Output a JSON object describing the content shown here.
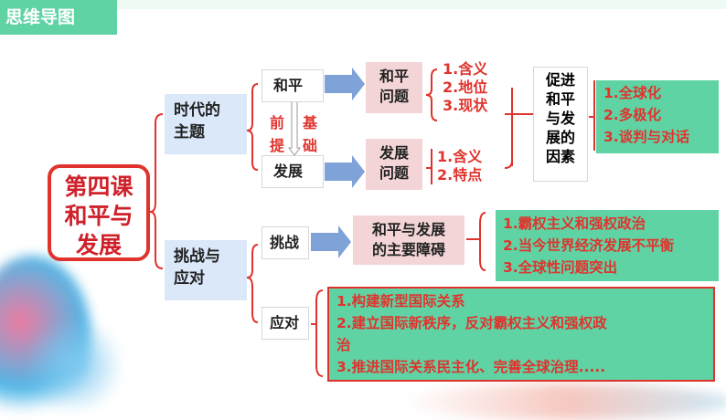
{
  "header": {
    "title": "思维导图"
  },
  "root": {
    "label_lines": [
      "第四课",
      "和平与",
      "发展"
    ]
  },
  "theme": {
    "label_lines": [
      "时代的",
      "主题"
    ],
    "peace": {
      "label": "和平",
      "problem": [
        "和平",
        "问题"
      ],
      "items": [
        "1.含义",
        "2.地位",
        "3.现状"
      ]
    },
    "development": {
      "label": "发展",
      "problem": [
        "发展",
        "问题"
      ],
      "items": [
        "1.含义",
        "2.特点"
      ]
    },
    "relation_left": [
      "前",
      "提"
    ],
    "relation_right": [
      "基",
      "础"
    ],
    "factors": [
      "促进",
      "和平",
      "与发",
      "展的",
      "因素"
    ],
    "factor_items": [
      "1.全球化",
      "2.多极化",
      "3.谈判与对话"
    ]
  },
  "challenge_response": {
    "label_lines": [
      "挑战与",
      "应对"
    ],
    "challenge": {
      "label": "挑战",
      "obstacle": [
        "和平与发展",
        "的主要障碍"
      ],
      "items": [
        "1.霸权主义和强权政治",
        "2.当今世界经济发展不平衡",
        "3.全球性问题突出"
      ]
    },
    "response": {
      "label": "应对",
      "items": [
        "1.构建新型国际关系",
        "2.建立国际新秩序，反对霸权主义和强权政",
        "治",
        "3.推进国际关系民主化、完善全球治理....."
      ]
    }
  },
  "colors": {
    "accent_green": "#5fd3a4",
    "red": "#e0332d",
    "blue_box": "#dbe8fa",
    "pink_box": "#f3d5d7"
  }
}
